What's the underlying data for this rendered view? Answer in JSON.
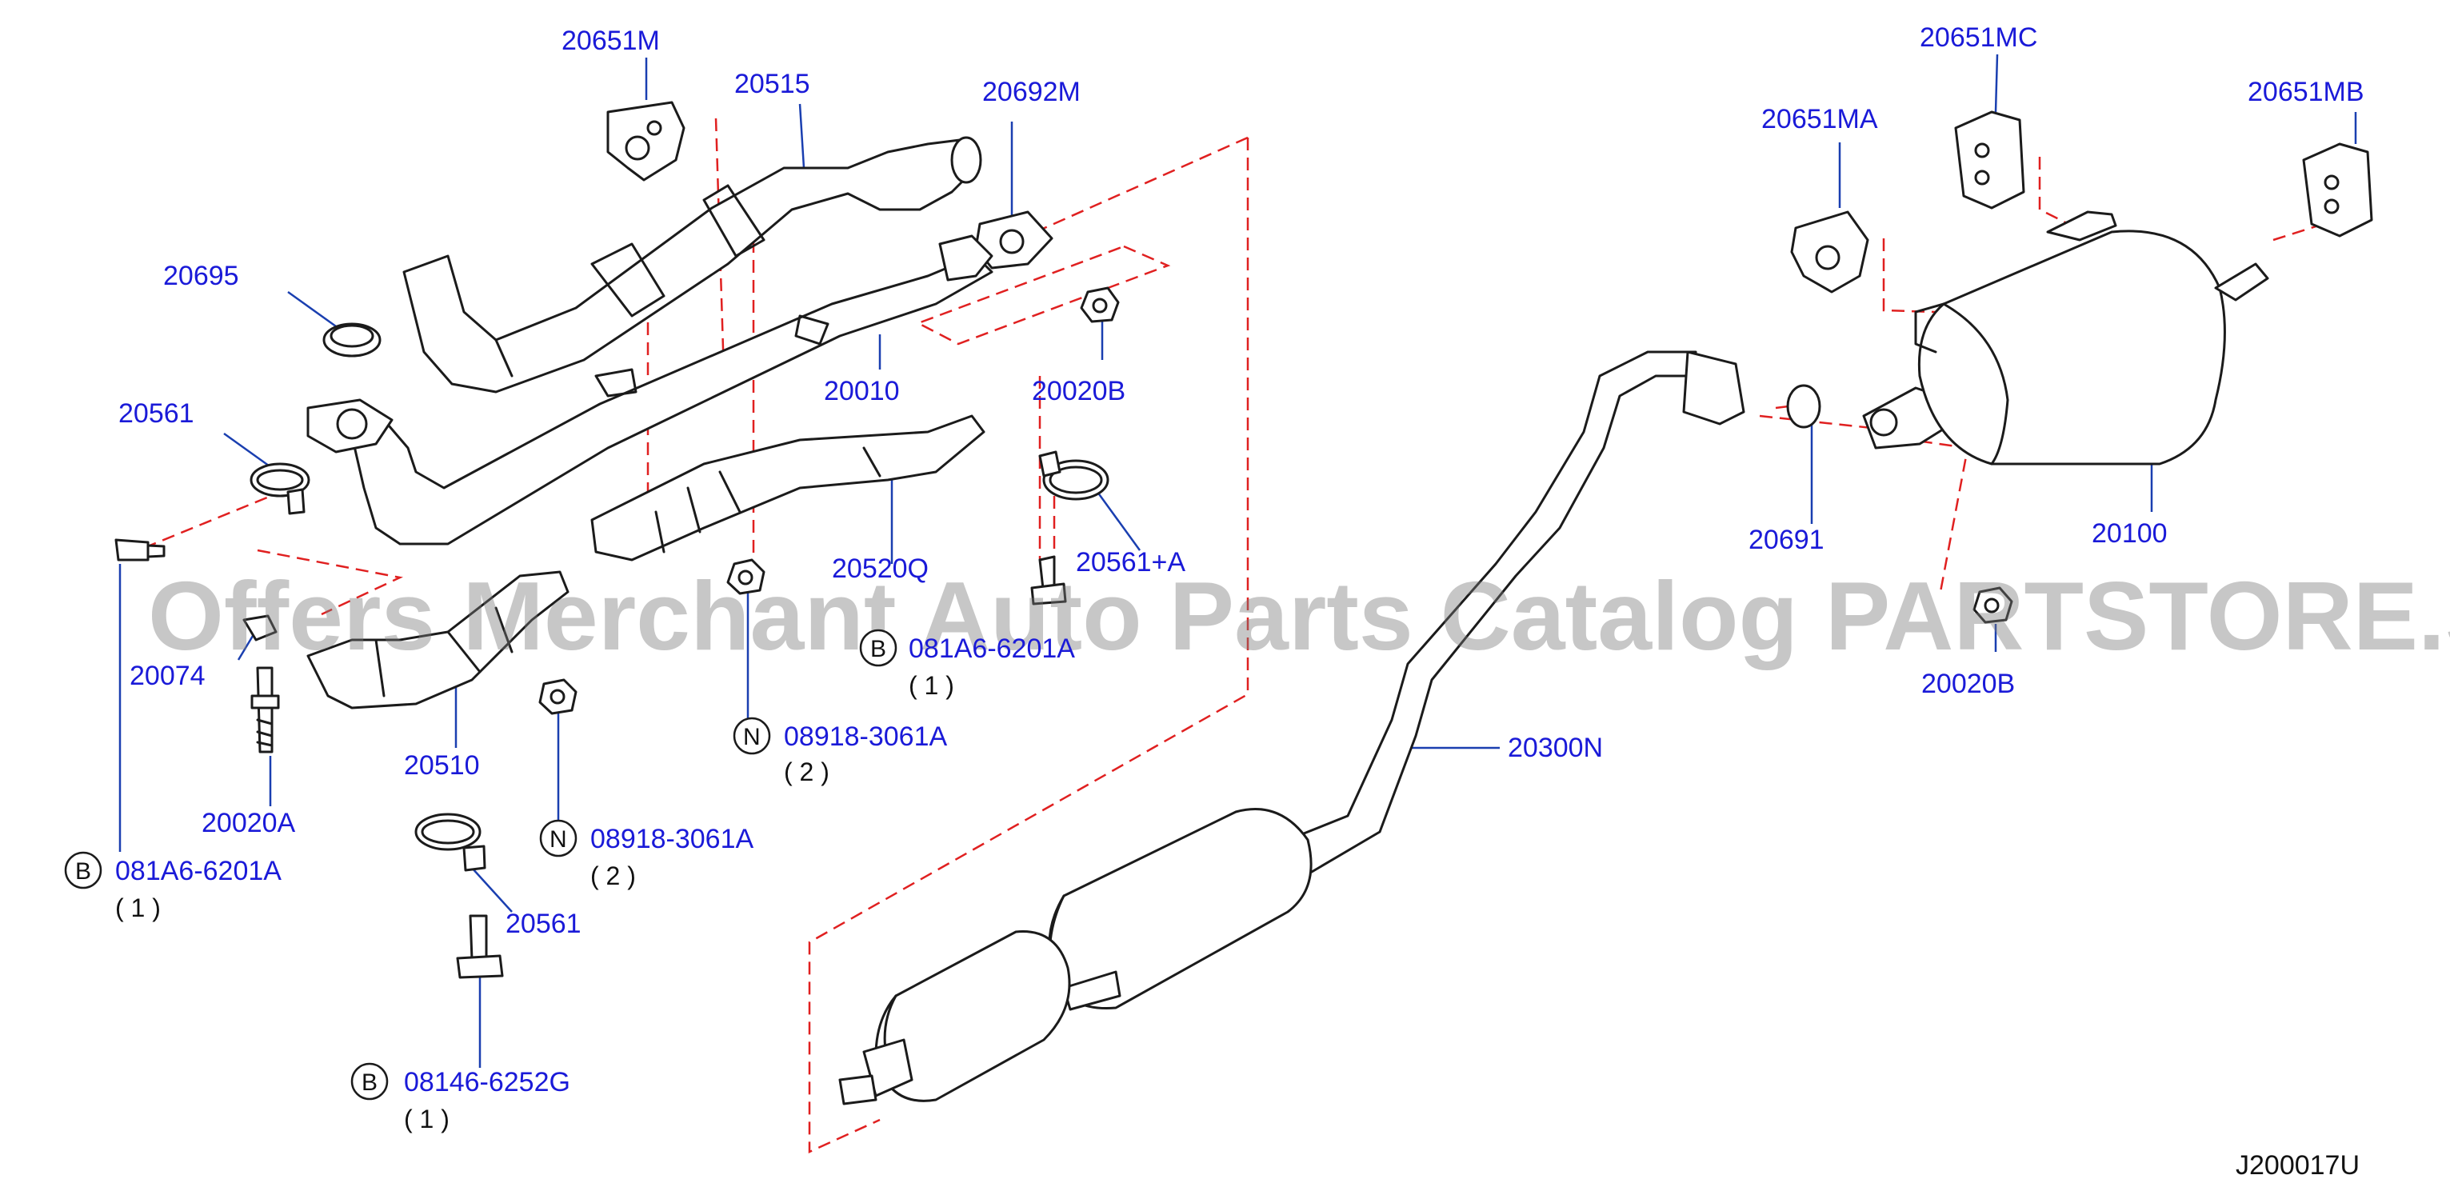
{
  "diagram": {
    "diagram_code": "J200017U",
    "watermark": "Offers Merchant Auto Parts Catalog PARTSTORE.SA",
    "callouts": {
      "p20651M": "20651M",
      "p20515": "20515",
      "p20692M": "20692M",
      "p20695": "20695",
      "p20561_left": "20561",
      "p20010": "20010",
      "p20020B_top": "20020B",
      "p20520Q": "20520Q",
      "p20561A": "20561+A",
      "p20074": "20074",
      "p20510": "20510",
      "p20020A": "20020A",
      "p20561_bottom": "20561",
      "p20300N": "20300N",
      "p20651MA": "20651MA",
      "p20651MC": "20651MC",
      "p20651MB": "20651MB",
      "p20691": "20691",
      "p20100": "20100",
      "p20020B_right": "20020B"
    },
    "fasteners": {
      "b_081A6_mid": {
        "prefix": "B",
        "part": "081A6-6201A",
        "qty": "( 1 )"
      },
      "n_08918_mid": {
        "prefix": "N",
        "part": "08918-3061A",
        "qty": "( 2 )"
      },
      "b_081A6_left": {
        "prefix": "B",
        "part": "081A6-6201A",
        "qty": "( 1 )"
      },
      "n_08918_low": {
        "prefix": "N",
        "part": "08918-3061A",
        "qty": "( 2 )"
      },
      "b_08146": {
        "prefix": "B",
        "part": "08146-6252G",
        "qty": "( 1 )"
      }
    }
  },
  "colors": {
    "part_number_text": "#1a1ad8",
    "leader_line": "#1a3fb0",
    "dashed_guide": "#e02020",
    "part_outline": "#1b1b1b",
    "watermark": "#7a7a7a"
  }
}
